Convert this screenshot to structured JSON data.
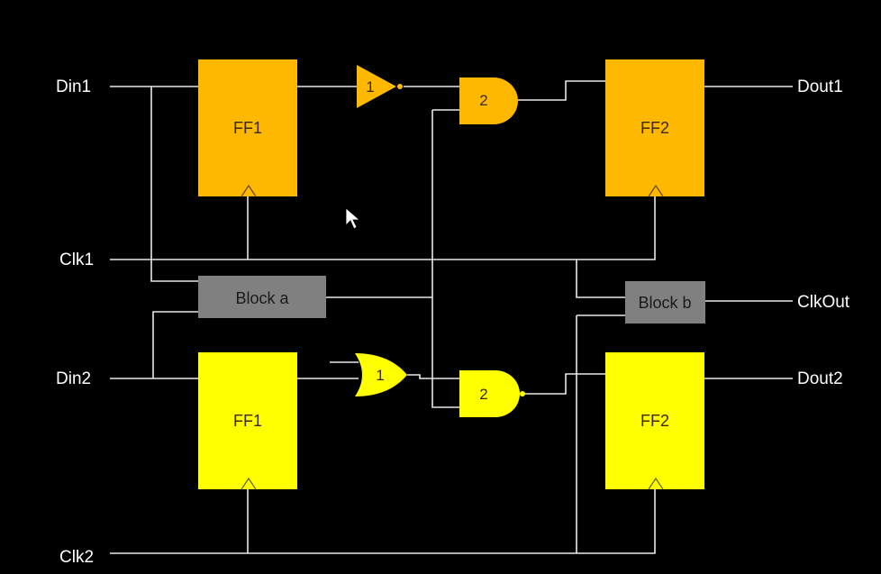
{
  "colors": {
    "background": "#000000",
    "orange": "#ffb800",
    "yellow": "#ffff00",
    "gray": "#808080",
    "wire": "#e8e8e8"
  },
  "labels": {
    "din1": "Din1",
    "clk1": "Clk1",
    "din2": "Din2",
    "clk2": "Clk2",
    "dout1": "Dout1",
    "clkout": "ClkOut",
    "dout2": "Dout2"
  },
  "blocks": {
    "ff1_top": "FF1",
    "ff2_top": "FF2",
    "ff1_bottom": "FF1",
    "ff2_bottom": "FF2",
    "block_a": "Block a",
    "block_b": "Block b"
  },
  "gates": {
    "inverter_top": "1",
    "and_top": "2",
    "or_bottom": "1",
    "nand_bottom": "2"
  },
  "icons": {
    "cursor": "mouse-pointer-icon"
  }
}
